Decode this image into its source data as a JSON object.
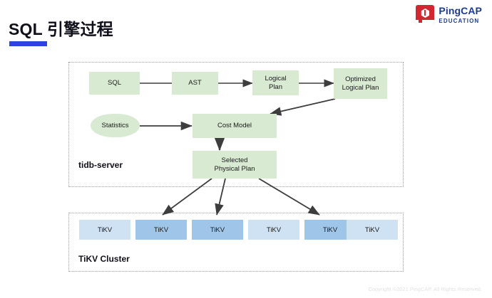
{
  "header": {
    "title": "SQL 引擎过程",
    "accent_color": "#2b44e0",
    "logo": {
      "name": "PingCAP",
      "subtitle": "EDUCATION",
      "mark_color": "#d22630",
      "text_color": "#1d3c8c"
    }
  },
  "diagram": {
    "node_fill": "#d9ead3",
    "tikv_light": "#cfe2f3",
    "tikv_dark": "#9fc5e8",
    "zones": [
      {
        "name": "tidb-server",
        "label": "tidb-server"
      },
      {
        "name": "tikv-cluster",
        "label": "TiKV Cluster"
      }
    ],
    "nodes": [
      {
        "id": "sql",
        "label": "SQL",
        "shape": "rect"
      },
      {
        "id": "ast",
        "label": "AST",
        "shape": "rect"
      },
      {
        "id": "logical",
        "label": "Logical\nPlan",
        "line1": "Logical",
        "line2": "Plan"
      },
      {
        "id": "optimized",
        "label": "Optimized\nLogical Plan",
        "line1": "Optimized",
        "line2": "Logical Plan"
      },
      {
        "id": "statistics",
        "label": "Statistics",
        "shape": "cylinder"
      },
      {
        "id": "cost-model",
        "label": "Cost Model",
        "shape": "rect"
      },
      {
        "id": "physical",
        "label": "Selected\nPhysical Plan",
        "line1": "Selected",
        "line2": "Physical Plan"
      }
    ],
    "tikv_nodes": [
      {
        "label": "TiKV",
        "state": "light"
      },
      {
        "label": "TiKV",
        "state": "dark"
      },
      {
        "label": "TiKV",
        "state": "dark"
      },
      {
        "label": "TiKV",
        "state": "light"
      },
      {
        "label": "TiKV",
        "state": "dark"
      },
      {
        "label": "TiKV",
        "state": "light"
      }
    ]
  },
  "footer": {
    "copyright": "Copyright ©2021 PingCAP. All Rights Reserved."
  }
}
